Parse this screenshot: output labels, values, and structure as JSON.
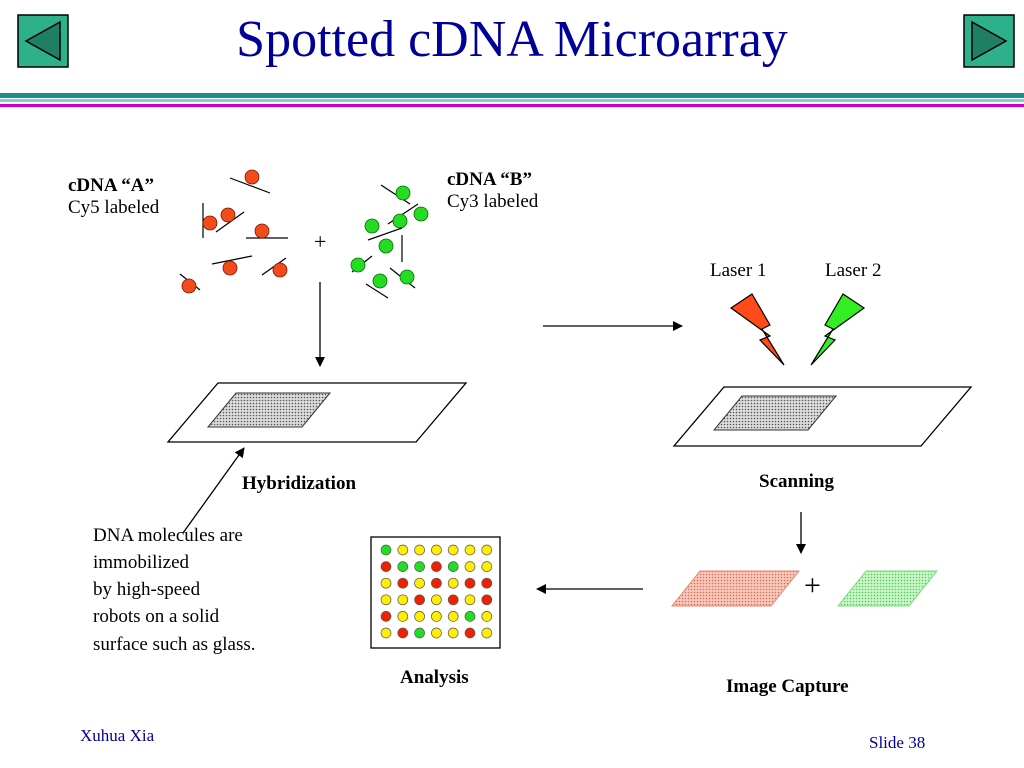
{
  "slide": {
    "title": "Spotted cDNA Microarray",
    "author": "Xuhua Xia",
    "slide_number": "Slide 38"
  },
  "nav": {
    "prev_icon": "triangle-left-icon",
    "next_icon": "triangle-right-icon",
    "button_color": "#2eb08a"
  },
  "cdna_a": {
    "name": "cDNA “A”",
    "label": "Cy5 labeled",
    "color": "#f24b1c"
  },
  "cdna_b": {
    "name": "cDNA “B”",
    "label": "Cy3 labeled",
    "color": "#22dd22"
  },
  "plus_sign": "+",
  "lasers": {
    "laser1": "Laser 1",
    "laser2": "Laser 2",
    "laser1_color": "#ff4a1a",
    "laser2_color": "#33ee22"
  },
  "stages": {
    "hybridization": "Hybridization",
    "scanning": "Scanning",
    "analysis": "Analysis",
    "image_capture": "Image Capture"
  },
  "note_lines": [
    "DNA molecules are",
    "immobilized",
    "by high-speed",
    "robots on a solid",
    "surface such as glass."
  ],
  "analysis_grid": [
    [
      "G",
      "Y",
      "Y",
      "Y",
      "Y",
      "Y",
      "Y"
    ],
    [
      "R",
      "G",
      "G",
      "R",
      "G",
      "Y",
      "Y"
    ],
    [
      "Y",
      "R",
      "Y",
      "R",
      "Y",
      "R",
      "R"
    ],
    [
      "Y",
      "Y",
      "R",
      "Y",
      "R",
      "Y",
      "R"
    ],
    [
      "R",
      "Y",
      "Y",
      "Y",
      "Y",
      "G",
      "Y"
    ],
    [
      "Y",
      "R",
      "G",
      "Y",
      "Y",
      "R",
      "Y"
    ]
  ],
  "grid_colors": {
    "G": "#22dd22",
    "Y": "#ffee00",
    "R": "#ee2200"
  },
  "theme": {
    "title_color": "#000099",
    "bar_teal": "#1a8f8f",
    "bar_magenta": "#cc00cc"
  }
}
